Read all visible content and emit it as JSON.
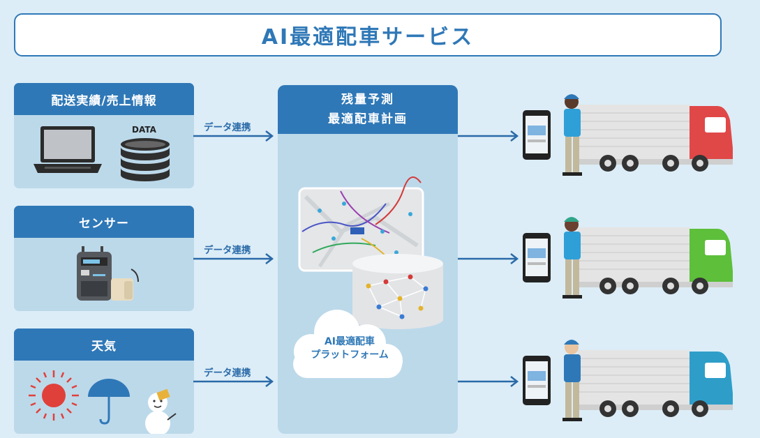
{
  "title": "AI最適配車サービス",
  "sources": [
    {
      "title": "配送実績/売上情報",
      "db_label": "DATA",
      "arrow_label": "データ連携"
    },
    {
      "title": "センサー",
      "arrow_label": "データ連携"
    },
    {
      "title": "天気",
      "arrow_label": "データ連携"
    }
  ],
  "center": {
    "title_line1": "残量予測",
    "title_line2": "最適配車計画",
    "platform_line1": "AI最適配車",
    "platform_line2": "プラットフォーム"
  },
  "trucks": [
    {
      "color": "#e04848"
    },
    {
      "color": "#5dbf3a"
    },
    {
      "color": "#2e9ec9"
    }
  ],
  "colors": {
    "accent": "#2f78b7",
    "background": "#dcedf7",
    "card": "#bcd9ea"
  }
}
